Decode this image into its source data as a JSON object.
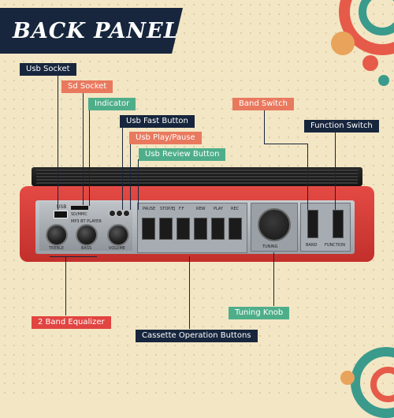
{
  "title": "BACK PANEL",
  "callouts": {
    "usb_socket": "Usb Socket",
    "sd_socket": "Sd Socket",
    "indicator": "Indicator",
    "usb_fast_button": "Usb Fast Button",
    "usb_play_pause": "Usb Play/Pause",
    "usb_review_button": "Usb Review Button",
    "band_switch": "Band Switch",
    "function_switch": "Function Switch",
    "two_band_equalizer": "2 Band Equalizer",
    "tuning_knob": "Tuning Knob",
    "cassette_operation_buttons": "Cassette Operation Buttons"
  },
  "device_labels": {
    "usb": "USB",
    "sd_mmc": "SD/MMC",
    "mp3_bt_player": "MP3 BT PLAYER",
    "treble": "TREBLE",
    "bass": "BASS",
    "volume": "VOLUME",
    "tuning": "TUNING",
    "band": "BAND",
    "function": "FUNCTION",
    "cassette_keys": [
      "PAUSE",
      "STOP/EJ",
      "F.F",
      "REW",
      "PLAY",
      "REC"
    ]
  },
  "colors": {
    "navy": "#17263d",
    "salmon": "#e9795e",
    "green": "#4fae8a",
    "red": "#e14441",
    "background": "#f3e6c4"
  }
}
